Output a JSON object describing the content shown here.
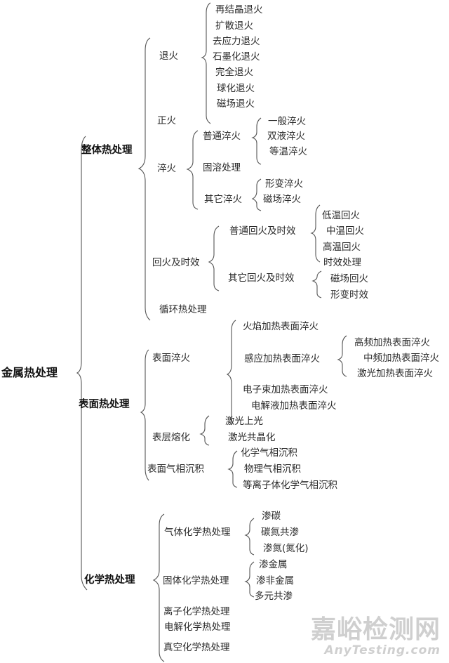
{
  "diagram": {
    "root": "金属热处理",
    "whole": {
      "label": "整体热处理",
      "annealing": {
        "label": "退火",
        "items": [
          "再结晶退火",
          "扩散退火",
          "去应力退火",
          "石墨化退火",
          "完全退火",
          "球化退火",
          "磁场退火"
        ]
      },
      "normalizing": {
        "label": "正火"
      },
      "quenching": {
        "label": "淬火",
        "ordinary": {
          "label": "普通淬火",
          "items": [
            "一般淬火",
            "双液淬火",
            "等温淬火"
          ]
        },
        "solution": {
          "label": "固溶处理"
        },
        "other": {
          "label": "其它淬火",
          "items": [
            "形变淬火",
            "磁场淬火"
          ]
        }
      },
      "tempering": {
        "label": "回火及时效",
        "ordinary": {
          "label": "普通回火及时效",
          "items": [
            "低温回火",
            "中温回火",
            "高温回火",
            "时效处理"
          ]
        },
        "other": {
          "label": "其它回火及时效",
          "items": [
            "磁场回火",
            "形变时效"
          ]
        }
      },
      "cyclic": {
        "label": "循环热处理"
      }
    },
    "surface": {
      "label": "表面热处理",
      "hardening": {
        "label": "表面淬火",
        "flame": "火焰加热表面淬火",
        "induction": {
          "label": "感应加热表面淬火",
          "items": [
            "高频加热表面淬火",
            "中频加热表面淬火",
            "激光加热表面淬火"
          ]
        },
        "ebeam": "电子束加热表面淬火",
        "electrolyte": "电解液加热表面淬火"
      },
      "melting": {
        "label": "表层熔化",
        "items": [
          "激光上光",
          "激光共晶化"
        ]
      },
      "vapor": {
        "label": "表面气相沉积",
        "items": [
          "化学气相沉积",
          "物理气相沉积",
          "等离子体化学气相沉积"
        ]
      }
    },
    "chemical": {
      "label": "化学热处理",
      "gas": {
        "label": "气体化学热处理",
        "items": [
          "渗碳",
          "碳氮共渗",
          "渗氮(氮化)"
        ]
      },
      "solid": {
        "label": "固体化学热处理",
        "items": [
          "渗金属",
          "渗非金属",
          "多元共渗"
        ]
      },
      "ion": {
        "label": "离子化学热处理"
      },
      "electrolytic": {
        "label": "电解化学热处理"
      },
      "vacuum": {
        "label": "真空化学热处理"
      }
    }
  },
  "watermark": {
    "cn": "嘉峪检测网",
    "en": "AnyTesting.com"
  },
  "colors": {
    "line": "#555555",
    "text": "#2a2a2a",
    "watermark": "#cfcfcf"
  }
}
